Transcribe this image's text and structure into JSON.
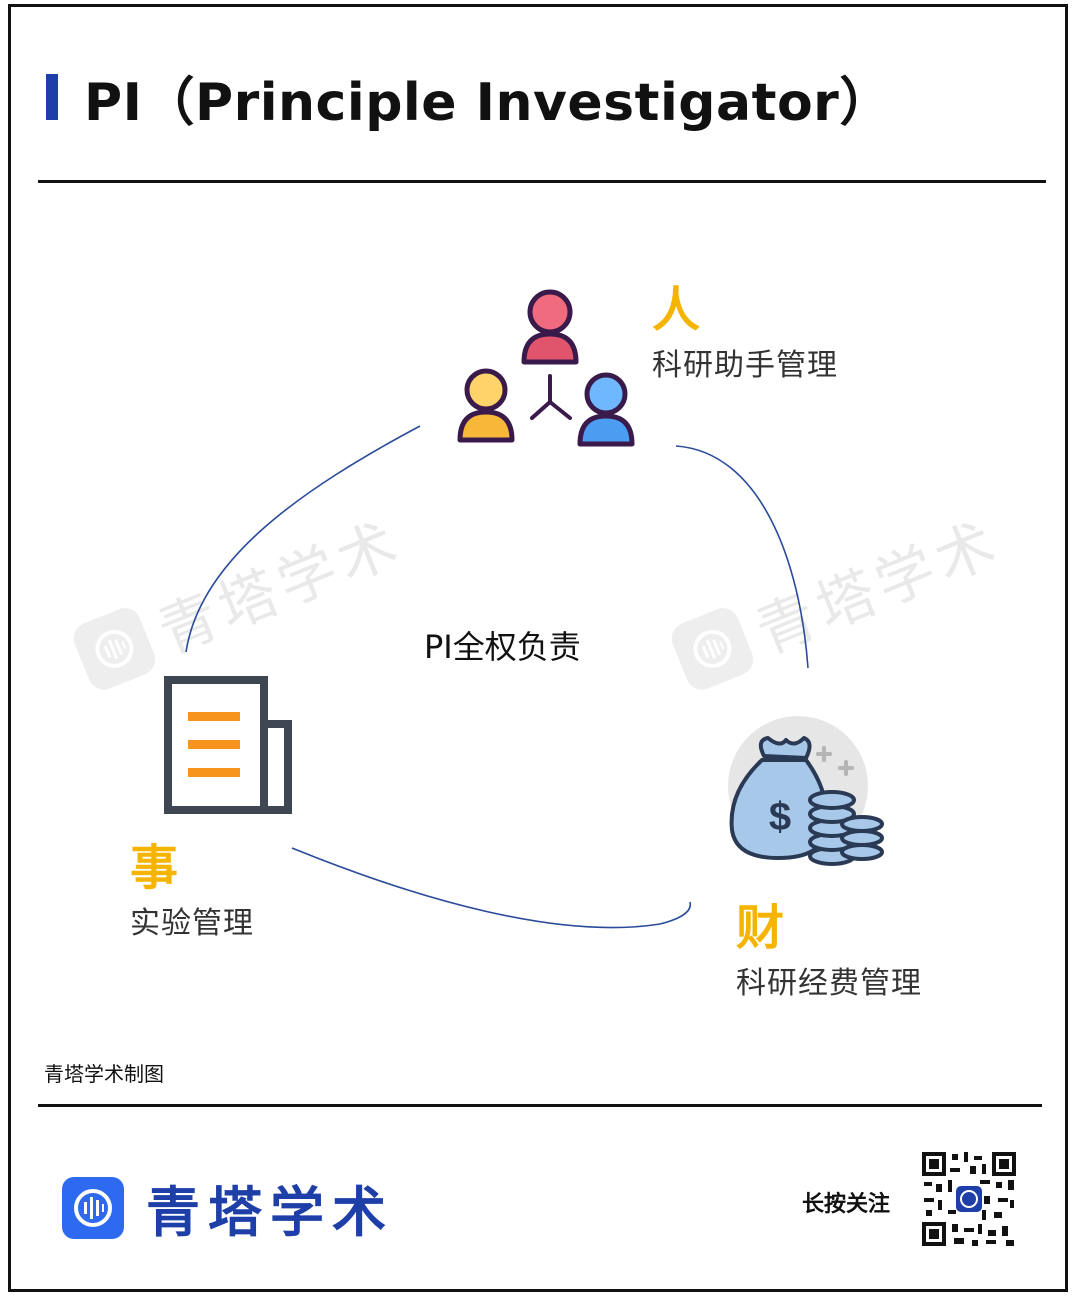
{
  "header": {
    "title": "PI（Principle Investigator）"
  },
  "watermark": {
    "text": "青塔学术"
  },
  "diagram": {
    "center": "PI全权负责",
    "nodes": [
      {
        "key": "people",
        "char": "人",
        "label": "科研助手管理",
        "icon": "team-icon"
      },
      {
        "key": "affairs",
        "char": "事",
        "label": "实验管理",
        "icon": "document-icon"
      },
      {
        "key": "finance",
        "char": "财",
        "label": "科研经费管理",
        "icon": "money-bag-icon"
      }
    ]
  },
  "footer": {
    "credit": "青塔学术制图",
    "brand": "青塔学术",
    "follow": "长按关注"
  },
  "colors": {
    "accent": "#1f3fa8",
    "highlight": "#f5b400",
    "brand_blue": "#2e6af0",
    "connector": "#2a4a9a"
  }
}
